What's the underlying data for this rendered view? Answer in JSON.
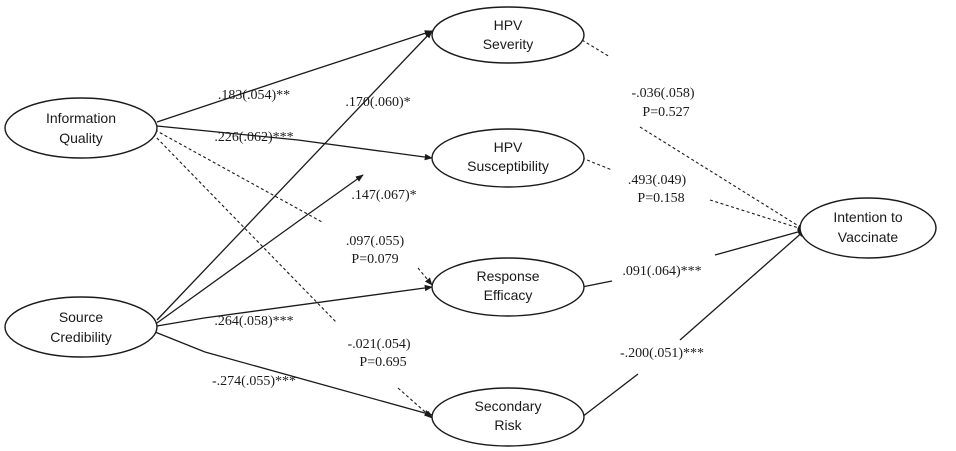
{
  "nodes": {
    "information_quality": {
      "lines": [
        "Information",
        "Quality"
      ]
    },
    "source_credibility": {
      "lines": [
        "Source",
        "Credibility"
      ]
    },
    "hpv_severity": {
      "lines": [
        "HPV",
        "Severity"
      ]
    },
    "hpv_susceptibility": {
      "lines": [
        "HPV",
        "Susceptibility"
      ]
    },
    "response_efficacy": {
      "lines": [
        "Response",
        "Efficacy"
      ]
    },
    "secondary_risk": {
      "lines": [
        "Secondary",
        "Risk"
      ]
    },
    "intention": {
      "lines": [
        "Intention to",
        "Vaccinate"
      ]
    }
  },
  "paths": {
    "iq_sev": {
      "label": [
        ".183(.054)**"
      ]
    },
    "iq_sus": {
      "label": [
        ".226(.062)***"
      ]
    },
    "iq_eff": {
      "label": [
        ".097(.055)",
        "P=0.079"
      ]
    },
    "iq_risk": {
      "label": [
        "-.021(.054)",
        "P=0.695"
      ]
    },
    "sc_sev": {
      "label": [
        ".170(.060)*"
      ]
    },
    "sc_sus": {
      "label": [
        ".147(.067)*"
      ]
    },
    "sc_eff": {
      "label": [
        ".264(.058)***"
      ]
    },
    "sc_risk": {
      "label": [
        "-.274(.055)***"
      ]
    },
    "sev_int": {
      "label": [
        "-.036(.058)",
        "P=0.527"
      ]
    },
    "sus_int": {
      "label": [
        ".493(.049)",
        "P=0.158"
      ]
    },
    "eff_int": {
      "label": [
        ".091(.064)***"
      ]
    },
    "risk_int": {
      "label": [
        "-.200(.051)***"
      ]
    }
  }
}
